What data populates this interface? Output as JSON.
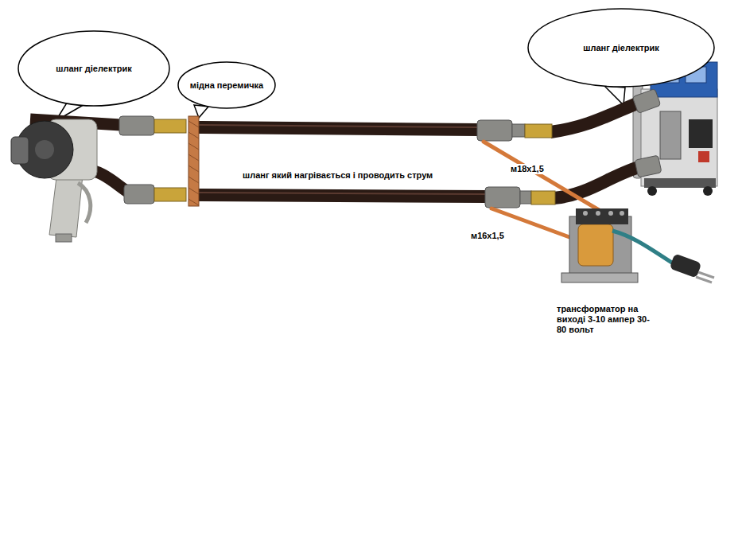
{
  "diagram": {
    "nodes": [
      {
        "text": [
          "шланг діелектрик"
        ]
      },
      {
        "text": [
          "мідна перемичка"
        ]
      },
      {
        "text": [
          "шланг діелектрик"
        ]
      }
    ],
    "labels": [
      "шланг який нагрівається і проводить струм",
      "м18х1,5",
      "м16х1,5",
      "трансформатор на виході 3-10 ампер 30-80 вольт"
    ]
  }
}
